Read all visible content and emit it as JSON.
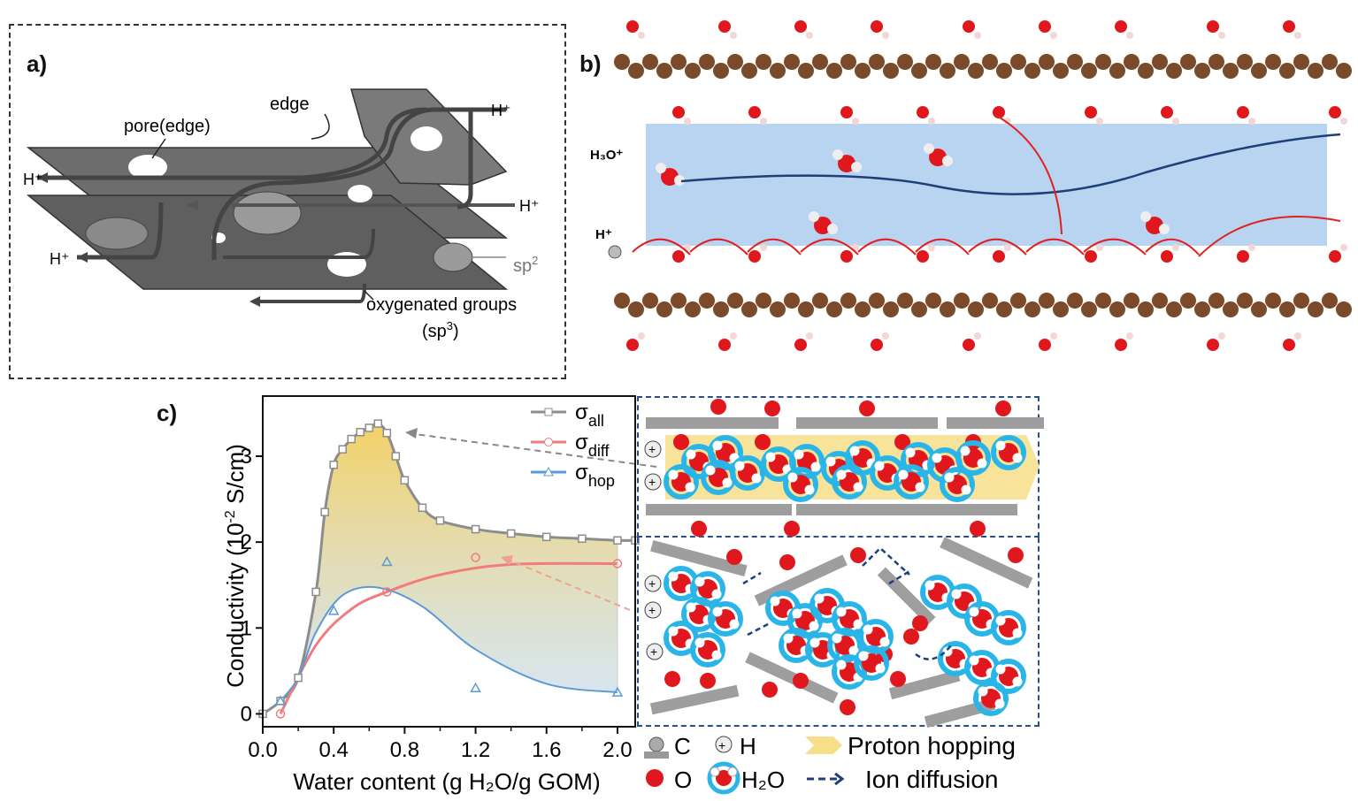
{
  "panels": {
    "a": {
      "label": "a)",
      "annotations": {
        "pore": "pore(edge)",
        "edge": "edge",
        "h_plus": "H⁺",
        "sp2_base": "sp",
        "sp2_sup": "2",
        "oxy": "oxygenated groups",
        "sp3_open": "(sp",
        "sp3_sup": "3",
        "sp3_close": ")"
      }
    },
    "b": {
      "label": "b)",
      "annotations": {
        "h3o": "H₃O⁺",
        "h_plus": "H⁺"
      }
    },
    "c": {
      "label": "c)"
    }
  },
  "legend_symbols": {
    "c": "C",
    "h": "H",
    "o": "O",
    "h2o": "H₂O",
    "proton": "Proton hopping",
    "ion": "Ion diffusion"
  },
  "colors": {
    "all": "#8c8c8c",
    "diff": "#f07c7c",
    "hop": "#5b9bd5",
    "carbon": "#7a4a2a",
    "oxygen": "#e0181e",
    "water_halo": "#2ab5e8",
    "channel": "#a7c9ec",
    "proton_band": "#f6df88",
    "schematic_border": "#2b4f86"
  },
  "chart_data": {
    "type": "line",
    "xlabel": "Water content (g H₂O/g GOM)",
    "ylabel": "Conductivity (10⁻² S/cm)",
    "xlim": [
      0,
      2.1
    ],
    "ylim": [
      -0.15,
      3.7
    ],
    "xticks": [
      0.0,
      0.4,
      0.8,
      1.2,
      1.6,
      2.0
    ],
    "xtick_labels": [
      "0.0",
      "0.4",
      "0.8",
      "1.2",
      "1.6",
      "2.0"
    ],
    "yticks": [
      0,
      1,
      2,
      3
    ],
    "ytick_labels": [
      "0",
      "1",
      "2",
      "3"
    ],
    "series": [
      {
        "name": "σall",
        "name_base": "σ",
        "name_sub": "all",
        "marker": "square",
        "x": [
          0.0,
          0.1,
          0.2,
          0.3,
          0.35,
          0.4,
          0.45,
          0.5,
          0.55,
          0.6,
          0.65,
          0.7,
          0.75,
          0.8,
          0.9,
          1.0,
          1.2,
          1.4,
          1.6,
          1.8,
          2.0,
          2.1
        ],
        "y": [
          0.0,
          0.15,
          0.42,
          1.42,
          2.35,
          2.9,
          3.08,
          3.2,
          3.28,
          3.33,
          3.38,
          3.27,
          3.0,
          2.72,
          2.4,
          2.25,
          2.15,
          2.1,
          2.06,
          2.04,
          2.02,
          2.02
        ]
      },
      {
        "name": "σdiff",
        "name_base": "σ",
        "name_sub": "diff",
        "marker": "circle",
        "x": [
          0.1,
          0.7,
          1.2,
          2.0
        ],
        "y": [
          0.0,
          1.42,
          1.82,
          1.75
        ]
      },
      {
        "name": "σhop",
        "name_base": "σ",
        "name_sub": "hop",
        "marker": "triangle",
        "x": [
          0.1,
          0.4,
          0.7,
          1.2,
          2.0
        ],
        "y": [
          0.15,
          1.2,
          1.77,
          0.3,
          0.25
        ]
      }
    ]
  }
}
